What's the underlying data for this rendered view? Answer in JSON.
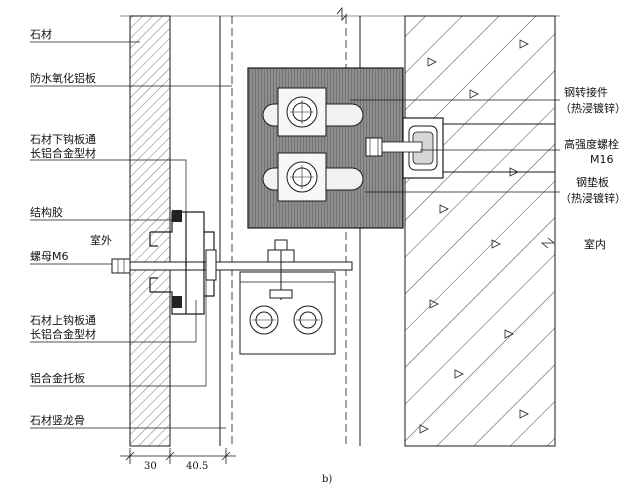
{
  "labels": {
    "stone": "石材",
    "waterproof_panel": "防水氧化铝板",
    "lower_hook_1": "石材下钩板通",
    "lower_hook_2": "长铝合金型材",
    "structural_glue": "结构胶",
    "outdoor": "室外",
    "nut": "螺母M6",
    "upper_hook_1": "石材上钩板通",
    "upper_hook_2": "长铝合金型材",
    "al_support": "铝合金托板",
    "vertical_keel": "石材竖龙骨",
    "steel_adapter_1": "钢转接件",
    "steel_adapter_2": "（热浸镀锌）",
    "bolt_1": "高强度螺栓",
    "bolt_2": "M16",
    "steel_shim_1": "钢垫板",
    "steel_shim_2": "（热浸镀锌）",
    "indoor": "室内"
  },
  "dimensions": {
    "stone_thickness": "30",
    "gap_width": "40.5"
  },
  "caption": "b)",
  "colors": {
    "line": "#1a1a1a",
    "hatch": "#444444",
    "plate_fill": "#9a9a9a",
    "bolt_plate": "#f4f4f4"
  }
}
